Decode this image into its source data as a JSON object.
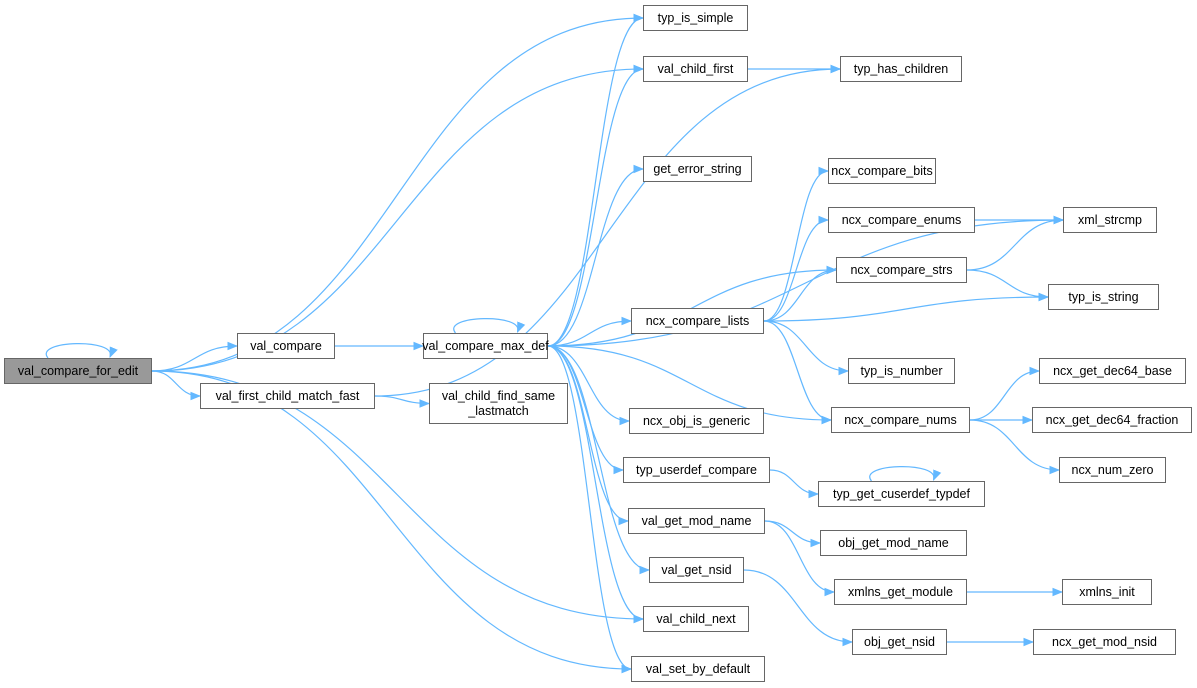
{
  "graph": {
    "root": "val_compare_for_edit",
    "edge_color": "#63b8ff",
    "root_fill": "#999999",
    "nodes": [
      {
        "id": "val_compare_for_edit",
        "label": "val_compare_for_edit"
      },
      {
        "id": "typ_is_simple",
        "label": "typ_is_simple"
      },
      {
        "id": "val_child_first",
        "label": "val_child_first"
      },
      {
        "id": "typ_has_children",
        "label": "typ_has_children"
      },
      {
        "id": "get_error_string",
        "label": "get_error_string"
      },
      {
        "id": "ncx_compare_bits",
        "label": "ncx_compare_bits"
      },
      {
        "id": "ncx_compare_enums",
        "label": "ncx_compare_enums"
      },
      {
        "id": "xml_strcmp",
        "label": "xml_strcmp"
      },
      {
        "id": "ncx_compare_strs",
        "label": "ncx_compare_strs"
      },
      {
        "id": "typ_is_string",
        "label": "typ_is_string"
      },
      {
        "id": "val_compare",
        "label": "val_compare"
      },
      {
        "id": "val_compare_max_def",
        "label": "val_compare_max_def"
      },
      {
        "id": "ncx_compare_lists",
        "label": "ncx_compare_lists"
      },
      {
        "id": "typ_is_number",
        "label": "typ_is_number"
      },
      {
        "id": "ncx_get_dec64_base",
        "label": "ncx_get_dec64_base"
      },
      {
        "id": "val_first_child_match_fast",
        "label": "val_first_child_match_fast"
      },
      {
        "id": "val_child_find_same_lastmatch",
        "label": "val_child_find_same\n_lastmatch"
      },
      {
        "id": "ncx_obj_is_generic",
        "label": "ncx_obj_is_generic"
      },
      {
        "id": "ncx_compare_nums",
        "label": "ncx_compare_nums"
      },
      {
        "id": "ncx_get_dec64_fraction",
        "label": "ncx_get_dec64_fraction"
      },
      {
        "id": "typ_userdef_compare",
        "label": "typ_userdef_compare"
      },
      {
        "id": "typ_get_cuserdef_typdef",
        "label": "typ_get_cuserdef_typdef"
      },
      {
        "id": "ncx_num_zero",
        "label": "ncx_num_zero"
      },
      {
        "id": "val_get_mod_name",
        "label": "val_get_mod_name"
      },
      {
        "id": "obj_get_mod_name",
        "label": "obj_get_mod_name"
      },
      {
        "id": "val_get_nsid",
        "label": "val_get_nsid"
      },
      {
        "id": "xmlns_get_module",
        "label": "xmlns_get_module"
      },
      {
        "id": "xmlns_init",
        "label": "xmlns_init"
      },
      {
        "id": "val_child_next",
        "label": "val_child_next"
      },
      {
        "id": "obj_get_nsid",
        "label": "obj_get_nsid"
      },
      {
        "id": "ncx_get_mod_nsid",
        "label": "ncx_get_mod_nsid"
      },
      {
        "id": "val_set_by_default",
        "label": "val_set_by_default"
      }
    ],
    "edges": [
      [
        "val_compare_for_edit",
        "val_compare_for_edit"
      ],
      [
        "val_compare_for_edit",
        "typ_is_simple"
      ],
      [
        "val_compare_for_edit",
        "val_child_first"
      ],
      [
        "val_compare_for_edit",
        "val_compare"
      ],
      [
        "val_compare_for_edit",
        "val_first_child_match_fast"
      ],
      [
        "val_compare_for_edit",
        "val_child_next"
      ],
      [
        "val_compare_for_edit",
        "val_set_by_default"
      ],
      [
        "val_child_first",
        "typ_has_children"
      ],
      [
        "val_first_child_match_fast",
        "typ_has_children"
      ],
      [
        "val_first_child_match_fast",
        "val_child_find_same_lastmatch"
      ],
      [
        "val_compare",
        "val_compare_max_def"
      ],
      [
        "val_compare_max_def",
        "val_compare_max_def"
      ],
      [
        "val_compare_max_def",
        "typ_is_simple"
      ],
      [
        "val_compare_max_def",
        "val_child_first"
      ],
      [
        "val_compare_max_def",
        "get_error_string"
      ],
      [
        "val_compare_max_def",
        "xml_strcmp"
      ],
      [
        "val_compare_max_def",
        "ncx_compare_strs"
      ],
      [
        "val_compare_max_def",
        "ncx_compare_lists"
      ],
      [
        "val_compare_max_def",
        "ncx_obj_is_generic"
      ],
      [
        "val_compare_max_def",
        "ncx_compare_nums"
      ],
      [
        "val_compare_max_def",
        "typ_userdef_compare"
      ],
      [
        "val_compare_max_def",
        "val_get_mod_name"
      ],
      [
        "val_compare_max_def",
        "val_get_nsid"
      ],
      [
        "val_compare_max_def",
        "val_child_next"
      ],
      [
        "val_compare_max_def",
        "val_set_by_default"
      ],
      [
        "ncx_compare_lists",
        "ncx_compare_bits"
      ],
      [
        "ncx_compare_lists",
        "ncx_compare_enums"
      ],
      [
        "ncx_compare_lists",
        "ncx_compare_strs"
      ],
      [
        "ncx_compare_lists",
        "typ_is_string"
      ],
      [
        "ncx_compare_lists",
        "typ_is_number"
      ],
      [
        "ncx_compare_lists",
        "ncx_compare_nums"
      ],
      [
        "ncx_compare_enums",
        "xml_strcmp"
      ],
      [
        "ncx_compare_strs",
        "xml_strcmp"
      ],
      [
        "ncx_compare_strs",
        "typ_is_string"
      ],
      [
        "ncx_compare_nums",
        "ncx_get_dec64_base"
      ],
      [
        "ncx_compare_nums",
        "ncx_get_dec64_fraction"
      ],
      [
        "ncx_compare_nums",
        "ncx_num_zero"
      ],
      [
        "typ_userdef_compare",
        "typ_get_cuserdef_typdef"
      ],
      [
        "typ_get_cuserdef_typdef",
        "typ_get_cuserdef_typdef"
      ],
      [
        "val_get_mod_name",
        "obj_get_mod_name"
      ],
      [
        "val_get_mod_name",
        "xmlns_get_module"
      ],
      [
        "xmlns_get_module",
        "xmlns_init"
      ],
      [
        "val_get_nsid",
        "obj_get_nsid"
      ],
      [
        "obj_get_nsid",
        "ncx_get_mod_nsid"
      ]
    ]
  }
}
